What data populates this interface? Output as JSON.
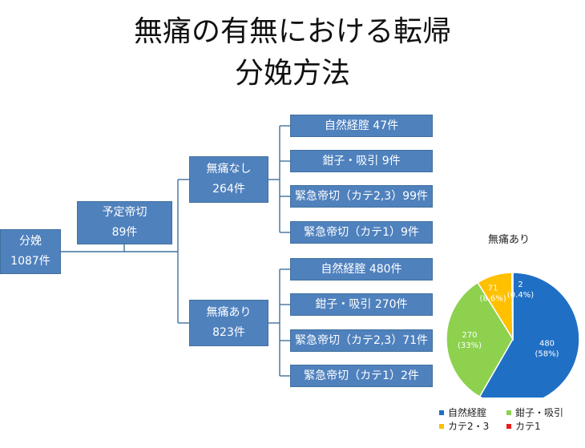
{
  "title": {
    "line1": "無痛の有無における転帰",
    "line2": "分娩方法"
  },
  "root": {
    "label": "分娩",
    "count": "1087件"
  },
  "planned_cs": {
    "label": "予定帝切",
    "count": "89件"
  },
  "no_epidural": {
    "label": "無痛なし",
    "count": "264件",
    "children": [
      "自然経腟 47件",
      "鉗子・吸引 9件",
      "緊急帝切（カテ2,3）99件",
      "緊急帝切（カテ1）9件"
    ]
  },
  "epidural": {
    "label": "無痛あり",
    "count": "823件",
    "children": [
      "自然経腟 480件",
      "鉗子・吸引 270件",
      "緊急帝切（カテ2,3）71件",
      "緊急帝切（カテ1）2件"
    ]
  },
  "chart_data": {
    "type": "pie",
    "title": "無痛あり",
    "categories": [
      "自然経腟",
      "鉗子・吸引",
      "カテ2・3",
      "カテ1"
    ],
    "values": [
      480,
      270,
      71,
      2
    ],
    "labels": [
      {
        "value": "480",
        "pct": "(58%)"
      },
      {
        "value": "270",
        "pct": "(33%)"
      },
      {
        "value": "71",
        "pct": "(8.6%)"
      },
      {
        "value": "2",
        "pct": "(0.4%)"
      }
    ],
    "colors": [
      "#1f6fc5",
      "#8dd14f",
      "#ffc000",
      "#e81e1e"
    ],
    "legend_position": "bottom"
  }
}
